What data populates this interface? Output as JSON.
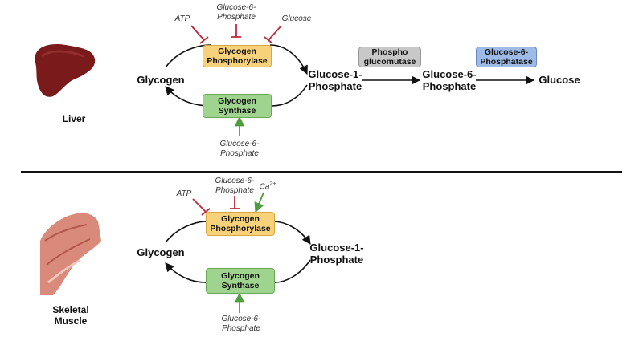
{
  "colors": {
    "inhibit": "#c0283a",
    "activate": "#4f9e3e",
    "arrow": "#111111",
    "phosphorylase_fill": "#f8d27a",
    "synthase_fill": "#9fd48f",
    "phosphoglucomutase_fill": "#c8c8c8",
    "glucose6phosphatase_fill": "#9dbbe6"
  },
  "liver": {
    "organ_label": "Liver",
    "organ_icon": "liver-icon",
    "glycogen": "Glycogen",
    "phosphorylase": [
      "Glycogen",
      "Phosphorylase"
    ],
    "synthase": [
      "Glycogen",
      "Synthase"
    ],
    "g1p": [
      "Glucose-1-",
      "Phosphate"
    ],
    "g6p": [
      "Glucose-6-",
      "Phosphate"
    ],
    "glucose": "Glucose",
    "phosphoglucomutase": [
      "Phospho",
      "glucomutase"
    ],
    "glucose6phosphatase": [
      "Glucose-6-",
      "Phosphatase"
    ],
    "reg_atp": "ATP",
    "reg_g6p_top": [
      "Glucose-6-",
      "Phosphate"
    ],
    "reg_glucose": "Glucose",
    "reg_g6p_bottom": [
      "Glucose-6-",
      "Phosphate"
    ]
  },
  "muscle": {
    "organ_label": [
      "Skeletal",
      "Muscle"
    ],
    "organ_icon": "muscle-icon",
    "glycogen": "Glycogen",
    "phosphorylase": [
      "Glycogen",
      "Phosphorylase"
    ],
    "synthase": [
      "Glycogen",
      "Synthase"
    ],
    "g1p": [
      "Glucose-1-",
      "Phosphate"
    ],
    "reg_atp": "ATP",
    "reg_g6p_top": [
      "Glucose-6-",
      "Phosphate"
    ],
    "reg_ca": "Ca",
    "reg_ca_charge": "2+",
    "reg_g6p_bottom": [
      "Glucose-6-",
      "Phosphate"
    ]
  }
}
